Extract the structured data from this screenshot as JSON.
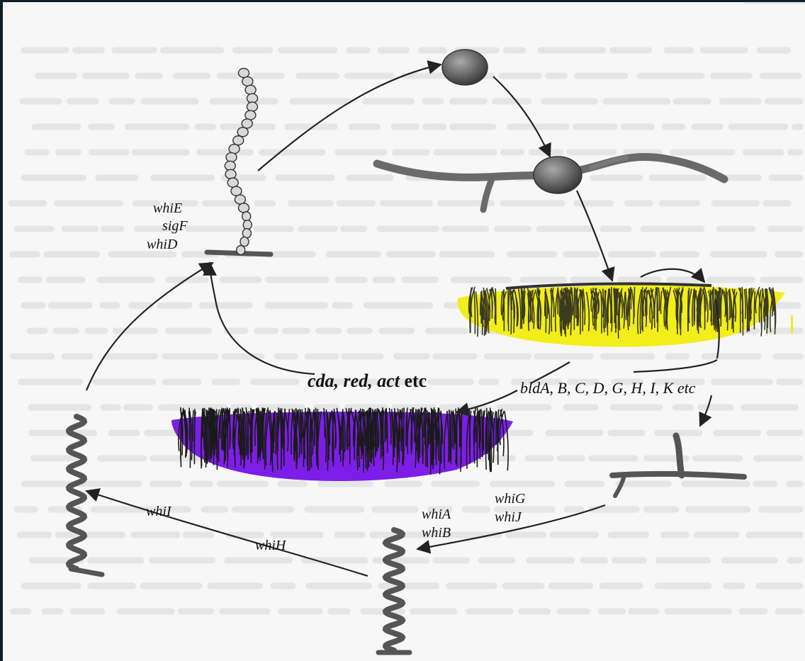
{
  "colors": {
    "aerial_mycelium": "#f2ee1a",
    "substrate_mycelium": "#7d1ee8",
    "hyphae": "#5a5a5a",
    "arrows": "#222222",
    "background": "#f7f7f7",
    "frame": "#0f1e28"
  },
  "labels": {
    "whiE": "whiE",
    "sigF": "sigF",
    "whiD": "whiD",
    "antibiotics_genes": "cda, red, act",
    "antibiotics_etc": "etc",
    "bld_genes": "bldA, B, C, D, G, H, I, K etc",
    "whiI": "whiI",
    "whiH": "whiH",
    "whiA": "whiA",
    "whiB": "whiB",
    "whiG": "whiG",
    "whiJ": "whiJ"
  },
  "stages": [
    "spore",
    "germinating-spore",
    "aerial-mycelium-colony",
    "substrate-mycelium-colony",
    "aerial-hypha-branch",
    "coiled-hypha-whiG",
    "coiled-hypha-whiH",
    "spore-chain"
  ]
}
